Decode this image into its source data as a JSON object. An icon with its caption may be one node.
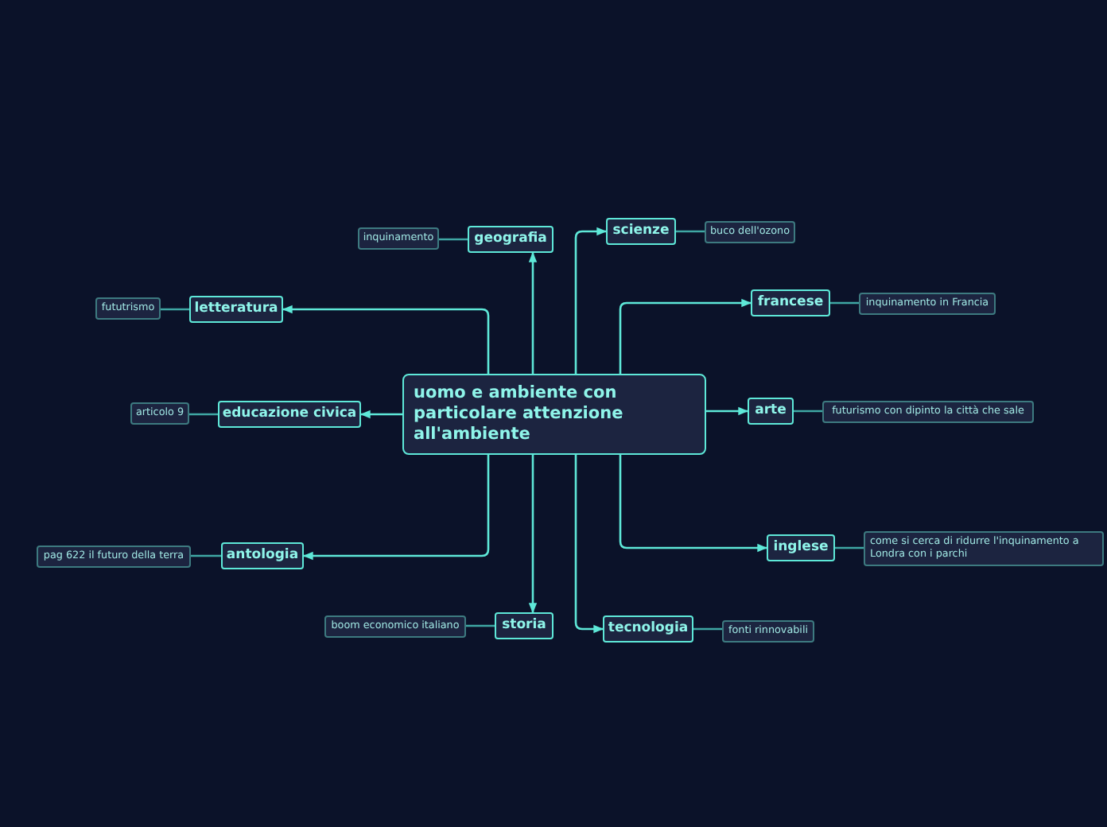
{
  "diagram": {
    "nodes": [
      {
        "text": [
          "uomo e ambiente con particolare attenzione all'ambiente"
        ]
      },
      {
        "text": [
          "geografia"
        ]
      },
      {
        "text": [
          "inquinamento"
        ]
      },
      {
        "text": [
          "letteratura"
        ]
      },
      {
        "text": [
          "fututrismo"
        ]
      },
      {
        "text": [
          "educazione civica"
        ]
      },
      {
        "text": [
          "articolo 9"
        ]
      },
      {
        "text": [
          "antologia"
        ]
      },
      {
        "text": [
          "pag 622 il futuro della terra"
        ]
      },
      {
        "text": [
          "storia"
        ]
      },
      {
        "text": [
          "boom economico italiano"
        ]
      },
      {
        "text": [
          "scienze"
        ]
      },
      {
        "text": [
          "buco dell'ozono"
        ]
      },
      {
        "text": [
          "francese"
        ]
      },
      {
        "text": [
          "inquinamento in Francia"
        ]
      },
      {
        "text": [
          "arte"
        ]
      },
      {
        "text": [
          "futurismo con dipinto la città che sale"
        ]
      },
      {
        "text": [
          "inglese"
        ]
      },
      {
        "text": [
          "come si cerca di ridurre l'inquinamento a Londra con i parchi"
        ]
      },
      {
        "text": [
          "tecnologia"
        ]
      },
      {
        "text": [
          "fonti rinnovabili"
        ]
      }
    ],
    "edges": [
      {
        "from": 0,
        "to": 1,
        "arrow": "to"
      },
      {
        "from": 1,
        "to": 2,
        "arrow": "none"
      },
      {
        "from": 0,
        "to": 3,
        "arrow": "to"
      },
      {
        "from": 3,
        "to": 4,
        "arrow": "none"
      },
      {
        "from": 0,
        "to": 5,
        "arrow": "to"
      },
      {
        "from": 5,
        "to": 6,
        "arrow": "none"
      },
      {
        "from": 0,
        "to": 7,
        "arrow": "to"
      },
      {
        "from": 7,
        "to": 8,
        "arrow": "none"
      },
      {
        "from": 0,
        "to": 9,
        "arrow": "to"
      },
      {
        "from": 9,
        "to": 10,
        "arrow": "none"
      },
      {
        "from": 0,
        "to": 11,
        "arrow": "to"
      },
      {
        "from": 11,
        "to": 12,
        "arrow": "none"
      },
      {
        "from": 0,
        "to": 13,
        "arrow": "to"
      },
      {
        "from": 13,
        "to": 14,
        "arrow": "none"
      },
      {
        "from": 0,
        "to": 15,
        "arrow": "to"
      },
      {
        "from": 15,
        "to": 16,
        "arrow": "none"
      },
      {
        "from": 0,
        "to": 17,
        "arrow": "to"
      },
      {
        "from": 17,
        "to": 18,
        "arrow": "none"
      },
      {
        "from": 0,
        "to": 19,
        "arrow": "to"
      },
      {
        "from": 19,
        "to": 20,
        "arrow": "none"
      }
    ]
  }
}
